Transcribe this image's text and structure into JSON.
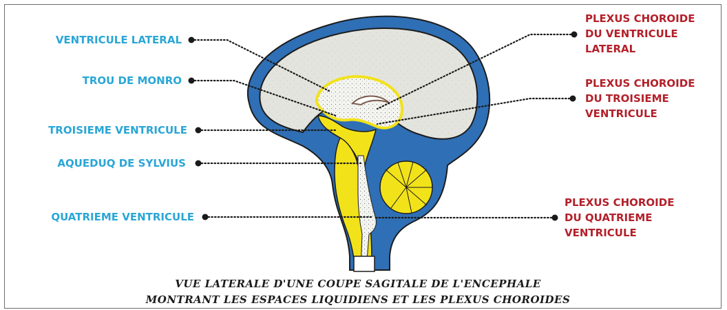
{
  "labels_left": [
    "VENTRICULE LATERAL",
    "TROU DE MONRO",
    "TROISIEME VENTRICULE",
    "AQUEDUQ DE SYLVIUS",
    "QUATRIEME VENTRICULE"
  ],
  "labels_right": [
    [
      "PLEXUS CHOROIDE",
      "DU VENTRICULE",
      "LATERAL"
    ],
    [
      "PLEXUS CHOROIDE",
      "DU TROISIEME",
      "VENTRICULE"
    ],
    [
      "PLEXUS CHOROIDE",
      "DU QUATRIEME",
      "VENTRICULE"
    ]
  ],
  "caption": [
    "VUE LATERALE D'UNE COUPE SAGITALE DE L'ENCEPHALE",
    "MONTRANT LES ESPACES LIQUIDIENS ET LES PLEXUS CHOROIDES"
  ],
  "colors": {
    "label_left": "#2aa6d6",
    "label_right": "#b3202a",
    "csf_blue": "#2f6fb5",
    "brain_tissue": "#e6e6e0",
    "ventricle_yellow": "#f2e21a",
    "outline": "#1c1c1c"
  }
}
